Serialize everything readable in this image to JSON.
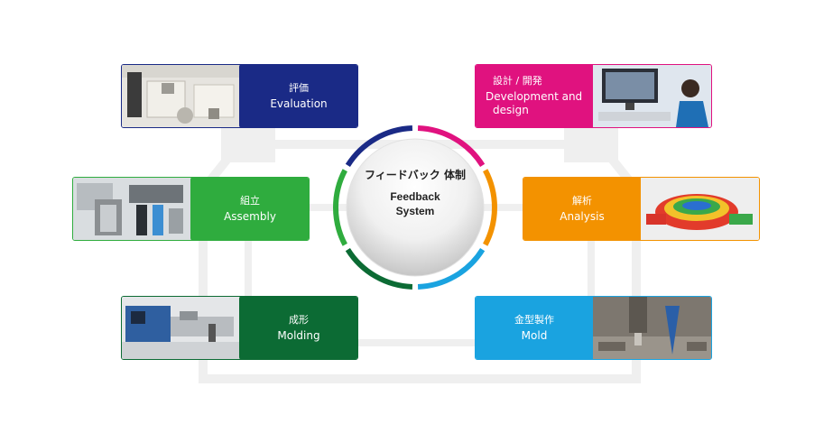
{
  "center": {
    "title_jp": "フィードバック 体制",
    "title_en_line1": "Feedback",
    "title_en_line2": "System"
  },
  "cards": {
    "evaluation": {
      "jp": "評価",
      "en": "Evaluation",
      "color": "#1a2a86",
      "border": "#1a2a86"
    },
    "design": {
      "jp": "設計 / 開発",
      "en_line1": "Development  and",
      "en_line2": "design",
      "color": "#e0127f",
      "border": "#e0127f"
    },
    "assembly": {
      "jp": "組立",
      "en": "Assembly",
      "color": "#2fac3e",
      "border": "#2fac3e"
    },
    "analysis": {
      "jp": "解析",
      "en": "Analysis",
      "color": "#f39200",
      "border": "#f39200"
    },
    "molding": {
      "jp": "成形",
      "en": "Molding",
      "color": "#0c6b34",
      "border": "#0c6b34"
    },
    "mold": {
      "jp": "金型製作",
      "en": "Mold",
      "color": "#1aa3e0",
      "border": "#1aa3e0"
    }
  },
  "ring_colors": [
    "#e0127f",
    "#f39200",
    "#1aa3e0",
    "#0c6b34",
    "#2fac3e",
    "#1a2a86"
  ]
}
